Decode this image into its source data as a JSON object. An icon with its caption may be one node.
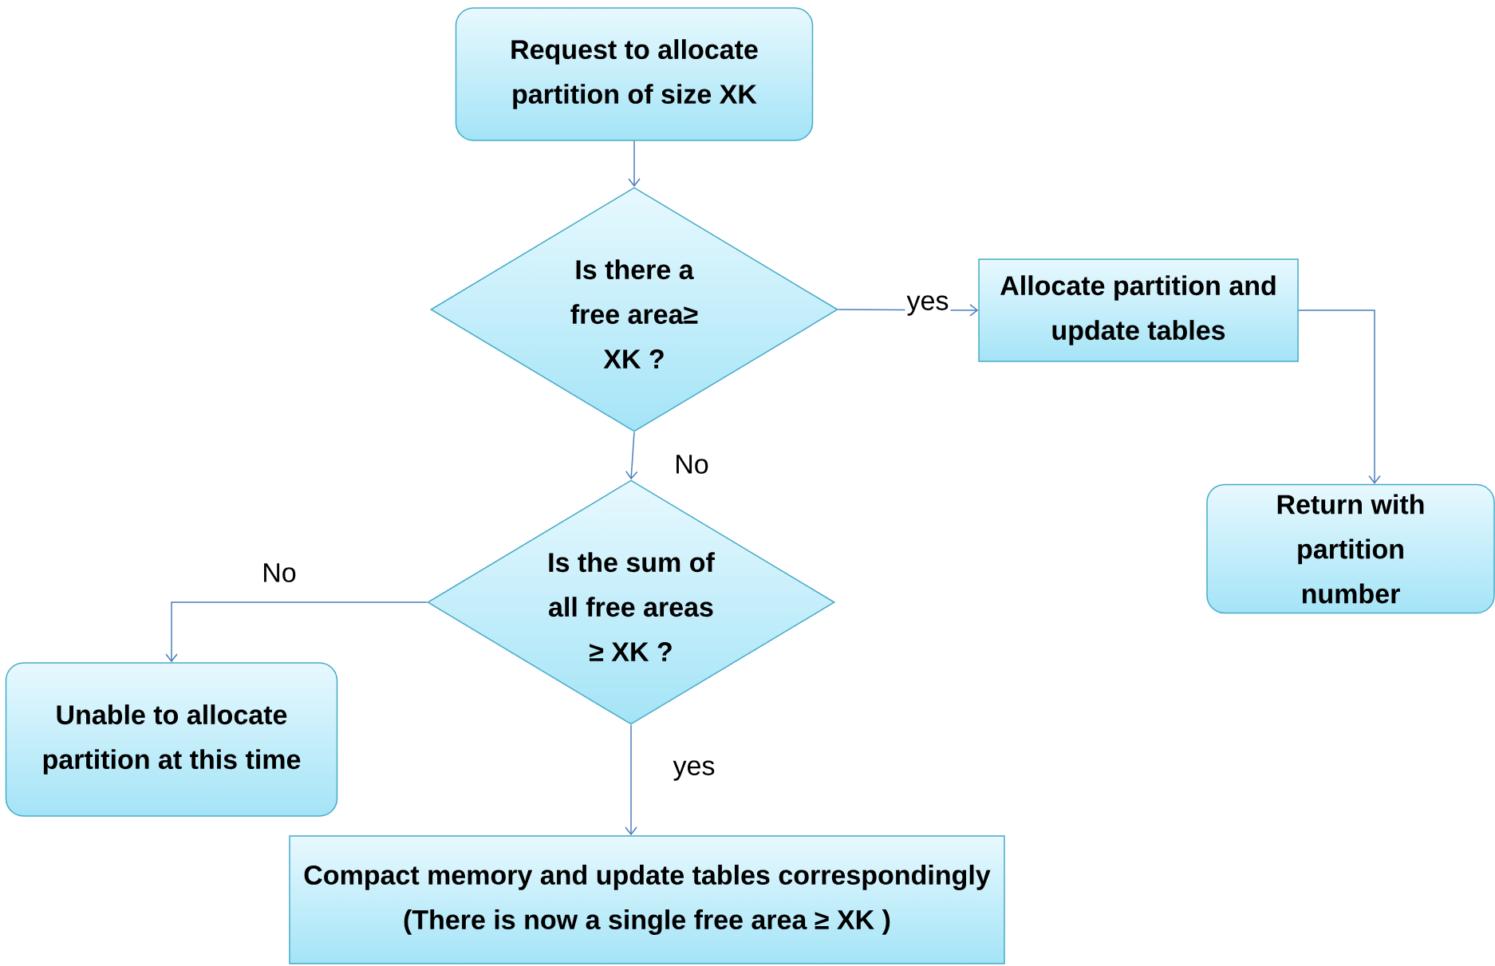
{
  "diagram": {
    "nodes": [
      {
        "text": [
          "Request to allocate partition of size XK"
        ]
      },
      {
        "text": [
          "Is there a free area≥ XK ?"
        ]
      },
      {
        "text": [
          "Allocate partition and update tables"
        ]
      },
      {
        "text": [
          "Return with partition number"
        ]
      },
      {
        "text": [
          "Is the sum of all free areas ≥ XK ?"
        ]
      },
      {
        "text": [
          "Unable to allocate partition at this time"
        ]
      },
      {
        "text": [
          "Compact memory and update tables correspondingly (There is now a single free area ≥ XK )"
        ]
      }
    ],
    "edges": [
      {
        "from": 0,
        "to": 1,
        "arrow": "to"
      },
      {
        "from": 1,
        "to": 2,
        "arrow": "to",
        "label": "yes"
      },
      {
        "from": 2,
        "to": 3,
        "arrow": "to"
      },
      {
        "from": 1,
        "to": 4,
        "arrow": "to",
        "label": "No"
      },
      {
        "from": 4,
        "to": 5,
        "arrow": "to",
        "label": "No"
      },
      {
        "from": 4,
        "to": 6,
        "arrow": "to",
        "label": "yes"
      }
    ]
  }
}
